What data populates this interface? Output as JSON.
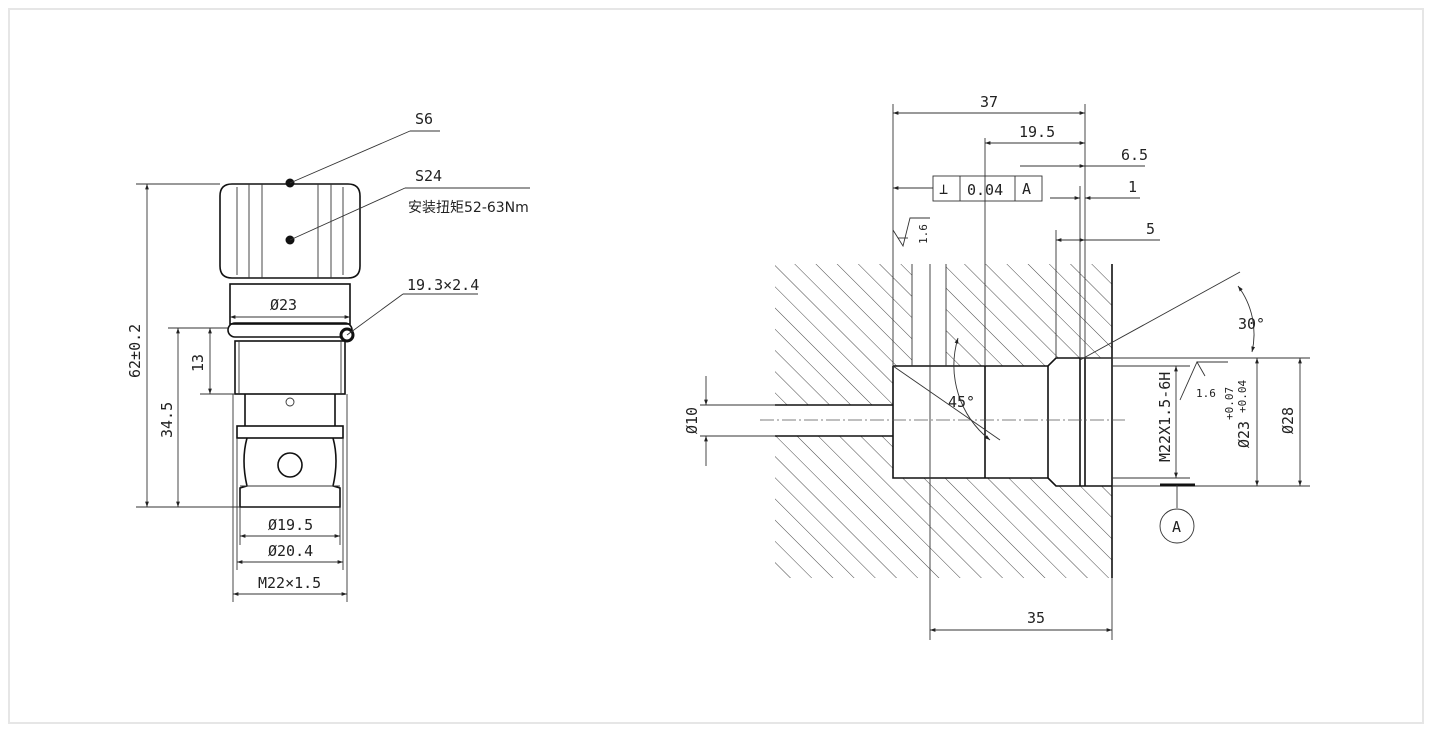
{
  "left_view": {
    "hex_label": "S6",
    "wrench_label": "S24",
    "torque_note": "安装扭矩52-63Nm",
    "oring_label": "19.3×2.4",
    "dim_d23": "Ø23",
    "dim_total": "62±0.2",
    "dim_13": "13",
    "dim_34_5": "34.5",
    "dim_d19_5": "Ø19.5",
    "dim_d20_4": "Ø20.4",
    "dim_thread": "M22×1.5"
  },
  "right_view": {
    "dim_37": "37",
    "dim_19_5": "19.5",
    "dim_6_5": "6.5",
    "dim_1": "1",
    "dim_5": "5",
    "tol_symbol": "⊥",
    "tol_value": "0.04",
    "tol_datum": "A",
    "roughness_top": "1.6",
    "roughness_right": "1.6",
    "angle_30": "30°",
    "angle_45": "45°",
    "dim_d10": "Ø10",
    "thread_spec": "M22X1.5-6H",
    "bore_main": "Ø23",
    "bore_upper_tol": "+0.07",
    "bore_lower_tol": "+0.04",
    "dim_d28": "Ø28",
    "datum_label": "A",
    "dim_35": "35"
  }
}
